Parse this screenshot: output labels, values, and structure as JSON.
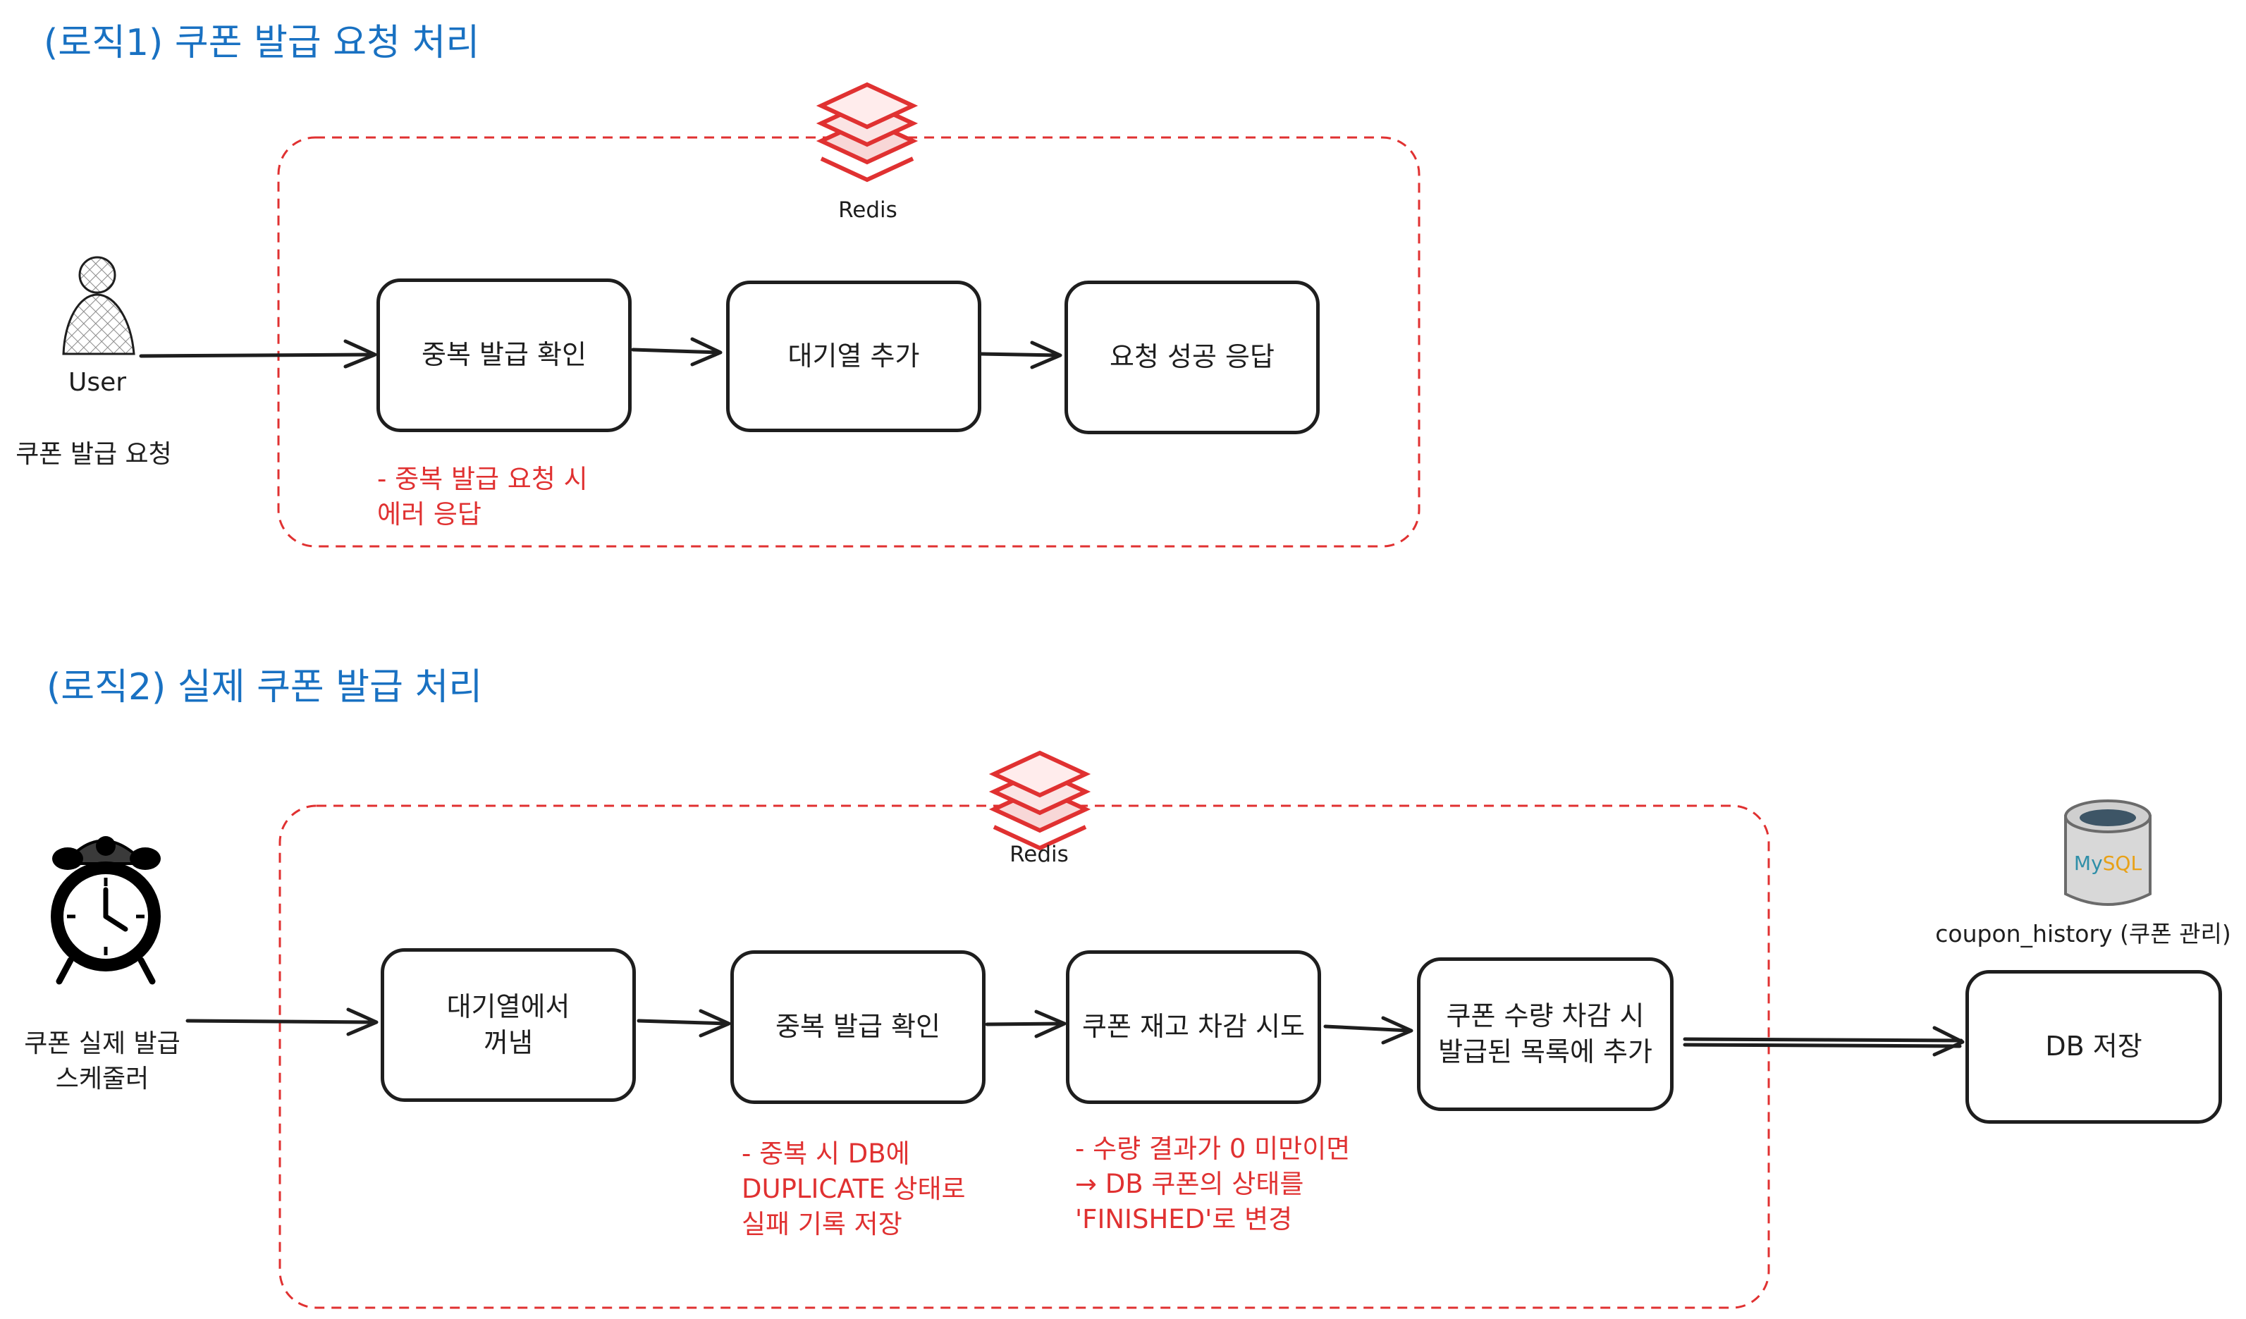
{
  "logic1": {
    "title": "(로직1) 쿠폰 발급 요청 처리",
    "redis_label": "Redis",
    "user_label": "User",
    "user_action": "쿠폰 발급 요청",
    "steps": [
      "중복 발급 확인",
      "대기열 추가",
      "요청 성공 응답"
    ],
    "note": "- 중복 발급 요청 시\n  에러 응답"
  },
  "logic2": {
    "title": "(로직2) 실제 쿠폰 발급 처리",
    "redis_label": "Redis",
    "scheduler_label": "쿠폰 실제 발급\n스케줄러",
    "steps": [
      "대기열에서\n꺼냄",
      "중복 발급 확인",
      "쿠폰 재고 차감 시도",
      "쿠폰 수량 차감 시\n발급된 목록에 추가"
    ],
    "note_duplicate": "- 중복 시 DB에\nDUPLICATE 상태로\n실패 기록 저장",
    "note_stock": "- 수량 결과가 0 미만이면\n→ DB 쿠폰의 상태를\n 'FINISHED'로 변경",
    "db_box": "DB 저장",
    "db_label": "coupon_history (쿠폰 관리)",
    "mysql_text_my": "My",
    "mysql_text_sql": "SQL"
  },
  "colors": {
    "title": "#1971c2",
    "note": "#e03131",
    "redis_red": "#e03131",
    "stroke": "#1e1e1e",
    "mysql_blue": "#2f8fa8",
    "mysql_orange": "#e8a117"
  }
}
